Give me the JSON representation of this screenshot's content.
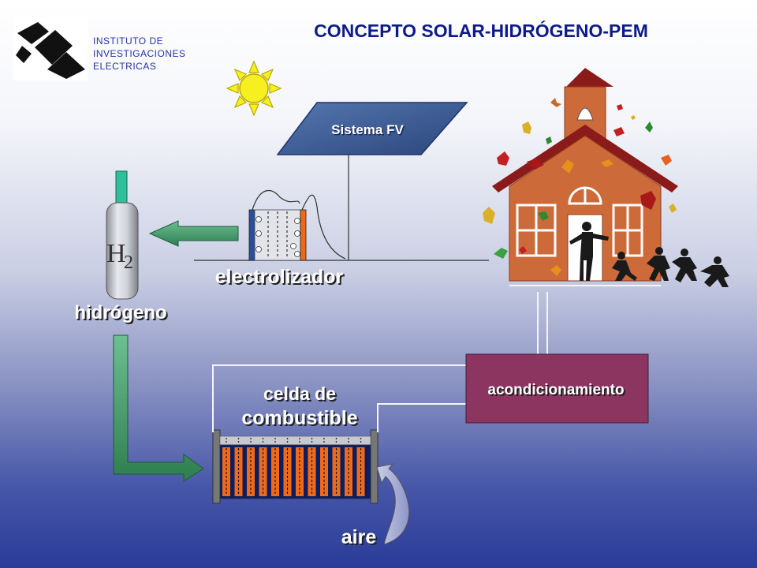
{
  "title": "CONCEPTO SOLAR-HIDRÓGENO-PEM",
  "institute": {
    "line1": "INSTITUTO DE",
    "line2": "INVESTIGACIONES",
    "line3": "ELECTRICAS"
  },
  "labels": {
    "pv": "Sistema FV",
    "electrolyzer": "electrolizador",
    "hydrogen": "hidrógeno",
    "h2_symbol": "H",
    "h2_sub": "2",
    "fuel_cell_line1": "celda de",
    "fuel_cell_line2": "combustible",
    "conditioning": "acondicionamiento",
    "air": "aire"
  },
  "colors": {
    "pv_panel": "#3f5e98",
    "conditioning_box": "#8b3560",
    "arrow_green": "#3f9a68",
    "house_wall": "#cc6a3a",
    "roof": "#8b1a1a",
    "sun": "#f7f020",
    "title": "#0d1a8a"
  }
}
